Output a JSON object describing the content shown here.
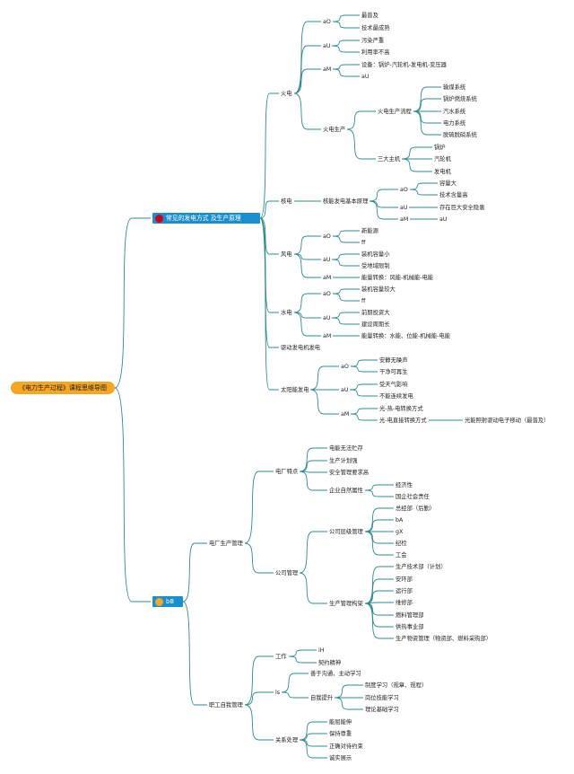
{
  "root": "《电力生产过程》课程思维导图",
  "branch1": "常见的发电方式 及生产原理",
  "branch2": "bB",
  "nodes": [
    "火电",
    "aO",
    "最普及",
    "技术最成熟",
    "aU",
    "污染严重",
    "利用率不高",
    "aM",
    "设备：锅炉-汽轮机-发电机-变压器",
    "aU",
    "火电生产",
    "火电生产流程",
    "输煤系统",
    "锅炉燃烧系统",
    "汽水系统",
    "电力系统",
    "脱硫脱硝系统",
    "三大主机",
    "锅炉",
    "汽轮机",
    "发电机",
    "核电",
    "核能发电基本原理",
    "aO",
    "容量大",
    "技术含量高",
    "aU",
    "存在巨大安全隐患",
    "aM",
    "aU",
    "风电",
    "aO",
    "新能源",
    "ff",
    "aU",
    "装机容量小",
    "受地域限制",
    "aM",
    "能量转换：风能-机械能-电能",
    "水电",
    "aO",
    "装机容量较大",
    "ff",
    "aU",
    "前期投资大",
    "建设周期长",
    "aM",
    "能量转换：水能、位能-机械能-电能",
    "驱动发电机发电",
    "太阳能发电",
    "aO",
    "安静无噪声",
    "干净可再生",
    "aU",
    "受天气影响",
    "不能连续发电",
    "aM",
    "光-热-电转换方式",
    "光-电直接转换方式",
    "光能照射驱动电子移动（最普及）",
    "电厂生产管理",
    "电厂特点",
    "电能无法贮存",
    "生产计划强",
    "安全管理要求高",
    "企业自然属性",
    "经济性",
    "国企社会责任",
    "公司管理",
    "公司层级管理",
    "总经部（后勤）",
    "bA",
    "gX",
    "纪检",
    "工会",
    "生产管理构架",
    "生产技术部（计划）",
    "安环部",
    "运行部",
    "维修部",
    "燃料管理部",
    "供热事业部",
    "生产物资管理（物资部、燃料采购部）",
    "职工自我管理",
    "工作",
    "iH",
    "契约精神",
    "ls",
    "善于沟通、主动学习",
    "自我提升",
    "制度学习（规章、规程）",
    "岗位技能学习",
    "理论基础学习",
    "关系处理",
    "能屈能伸",
    "保持尊重",
    "正确对待约束",
    "诚实展示"
  ]
}
